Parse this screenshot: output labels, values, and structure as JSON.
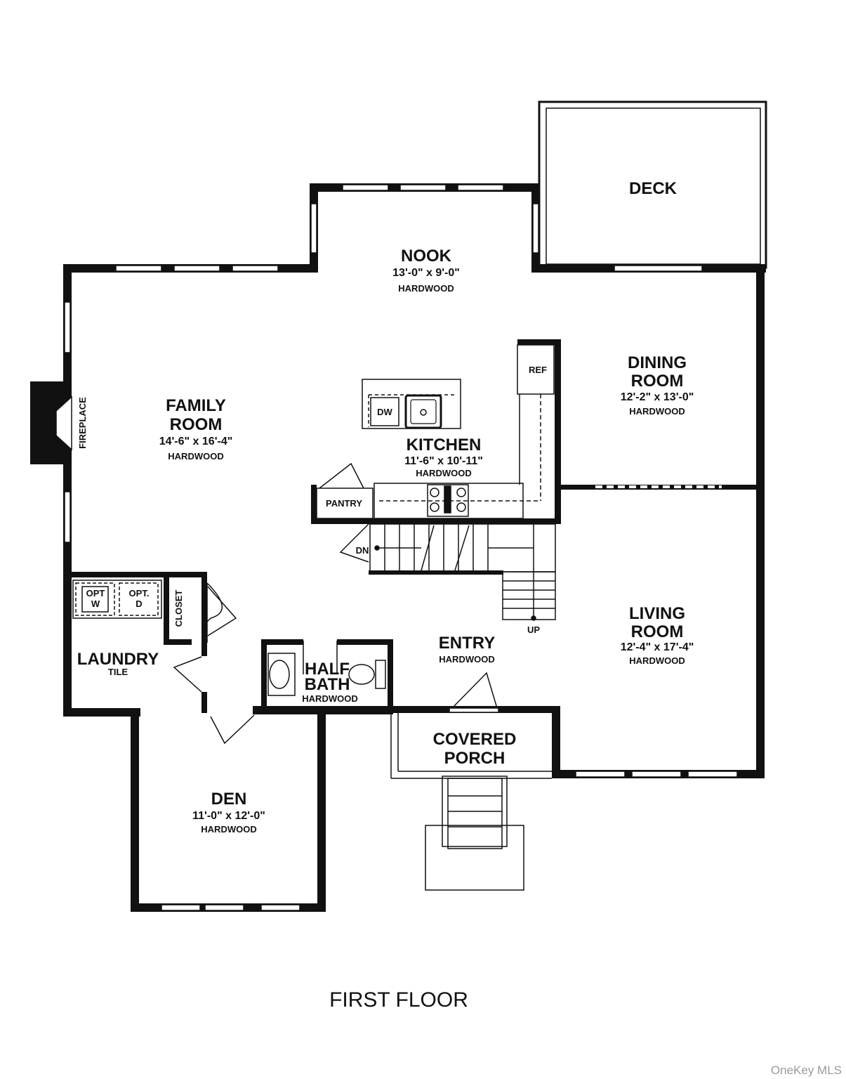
{
  "floor_title": "FIRST FLOOR",
  "watermark": "OneKey MLS",
  "rooms": {
    "deck": {
      "name": "DECK"
    },
    "nook": {
      "name": "NOOK",
      "dims": "13'-0\" x 9'-0\"",
      "floor": "HARDWOOD"
    },
    "family": {
      "name1": "FAMILY",
      "name2": "ROOM",
      "dims": "14'-6\" x 16'-4\"",
      "floor": "HARDWOOD"
    },
    "kitchen": {
      "name": "KITCHEN",
      "dims": "11'-6\" x 10'-11\"",
      "floor": "HARDWOOD"
    },
    "dining": {
      "name1": "DINING",
      "name2": "ROOM",
      "dims": "12'-2\" x 13'-0\"",
      "floor": "HARDWOOD"
    },
    "living": {
      "name1": "LIVING",
      "name2": "ROOM",
      "dims": "12'-4\" x 17'-4\"",
      "floor": "HARDWOOD"
    },
    "entry": {
      "name": "ENTRY",
      "floor": "HARDWOOD"
    },
    "laundry": {
      "name": "LAUNDRY",
      "floor": "TILE"
    },
    "halfbath": {
      "name1": "HALF",
      "name2": "BATH",
      "floor": "HARDWOOD"
    },
    "porch": {
      "name1": "COVERED",
      "name2": "PORCH"
    },
    "den": {
      "name": "DEN",
      "dims": "11'-0\" x 12'-0\"",
      "floor": "HARDWOOD"
    }
  },
  "labels": {
    "fireplace": "FIREPLACE",
    "ref": "REF",
    "dw": "DW",
    "pantry": "PANTRY",
    "closet": "CLOSET",
    "opt_w_1": "OPT",
    "opt_w_2": "W",
    "opt_d_1": "OPT.",
    "opt_d_2": "D",
    "stair_down": "DN",
    "stair_up": "UP"
  }
}
